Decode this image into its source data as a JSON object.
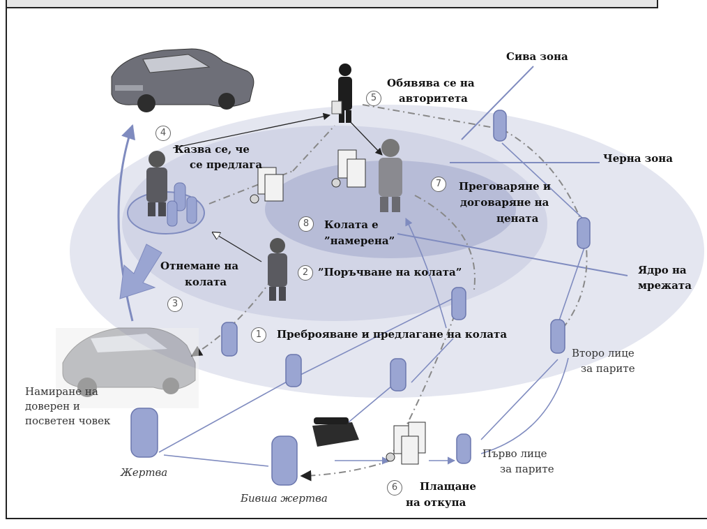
{
  "zones": {
    "grey": "Сива зона",
    "black": "Черна зона",
    "core_line1": "Ядро на",
    "core_line2": "мрежата"
  },
  "steps": [
    {
      "num": "1",
      "text": "Преброяване и предлагане на колата"
    },
    {
      "num": "2",
      "text": "”Поръчване на колата”"
    },
    {
      "num": "3",
      "text": ""
    },
    {
      "num": "4",
      "text": ""
    },
    {
      "num": "5",
      "line1": "Обявява се на",
      "line2": "авторитета"
    },
    {
      "num": "6",
      "line1": "Плащане",
      "line2": "на откупа"
    },
    {
      "num": "7",
      "line1": "Преговаряне и",
      "line2": "договаряне на",
      "line3": "цената"
    },
    {
      "num": "8",
      "line1": "Колата е",
      "line2": "”намерена”"
    }
  ],
  "labels": {
    "offered_line1": "Казва се, че",
    "offered_line2": "се предлага",
    "taking_line1": "Отнемане на",
    "taking_line2": "колата",
    "finding_line1": "Намиране на",
    "finding_line2": "доверен и",
    "finding_line3": "посветен човек",
    "victim": "Жертва",
    "former_victim": "Бивша жертва",
    "second_person_line1": "Второ лице",
    "second_person_line2": "за парите",
    "first_person_line1": "Първо лице",
    "first_person_line2": "за парите"
  },
  "colors": {
    "outer_zone": "#e4e6f0",
    "middle_zone": "#d2d5e6",
    "core_zone": "#b7bcd7",
    "accent_blue": "#7f8bbf",
    "figure_blue": "#9aa5d2"
  }
}
